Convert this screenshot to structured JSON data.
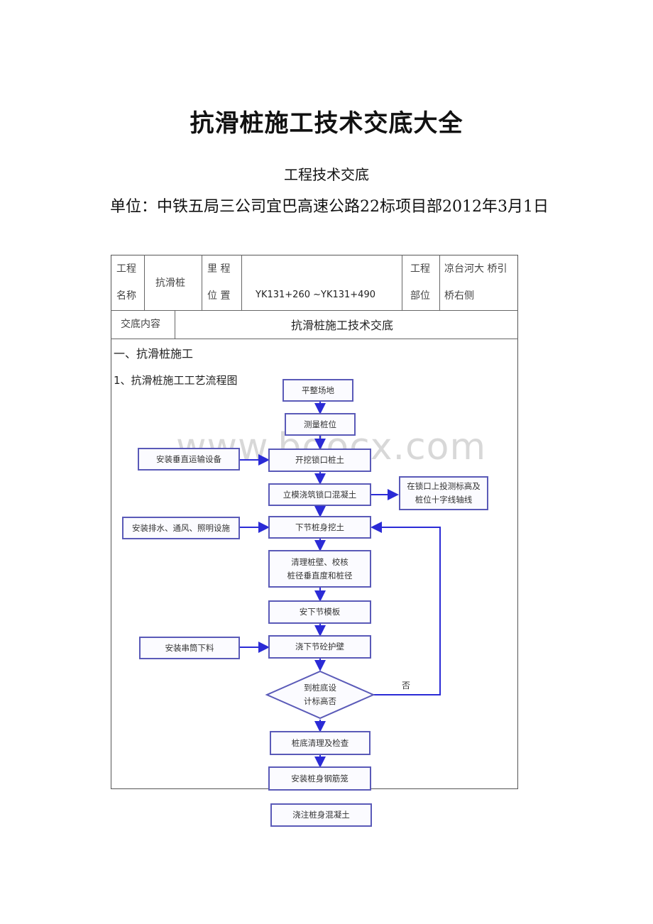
{
  "doc": {
    "title": "抗滑桩施工技术交底大全",
    "subtitle": "工程技术交底",
    "unit_line": "单位：中铁五局三公司宜巴高速公路22标项目部2012年3月1日"
  },
  "header_table": {
    "project_label_1": "工程",
    "project_label_2": "名称",
    "project_name": "抗滑桩",
    "mileage_label_1": "里 程",
    "mileage_label_2": "位 置",
    "mileage_value": "YK131+260 ~YK131+490",
    "part_label_1": "工程",
    "part_label_2": "部位",
    "part_value_1": "凉台河大 桥引",
    "part_value_2": "桥右侧",
    "content_label": "交底内容",
    "content_value": "抗滑桩施工技术交底"
  },
  "body": {
    "section_title": "一、抗滑桩施工",
    "subsection_title": "1、抗滑桩施工工艺流程图"
  },
  "flowchart": {
    "steps": {
      "level": "平整场地",
      "survey": "测量桩位",
      "excavate_lock": "开挖锁口桩土",
      "pour_lock": "立模浇筑锁口混凝土",
      "dig_next": "下节桩身挖土",
      "clean_line1": "清理桩壁、校核",
      "clean_line2": "桩径垂直度和桩径",
      "install_form": "安下节模板",
      "pour_wall": "浇下节砼护壁",
      "decision_line1": "到桩底设",
      "decision_line2": "计标高否",
      "bottom_check": "桩底清理及检查",
      "rebar_cage": "安装桩身钢筋笼",
      "pour_concrete": "浇注桩身混凝土"
    },
    "side": {
      "lift_equipment": "安装垂直运输设备",
      "mark_line1": "在锁口上投测标高及",
      "mark_line2": "桩位十字线轴线",
      "drain_vent": "安装排水、通风、照明设施",
      "chute": "安装串筒下料"
    },
    "no_label": "否",
    "line_color": "#2b2bd6"
  },
  "watermark": "www.bdocx.com"
}
